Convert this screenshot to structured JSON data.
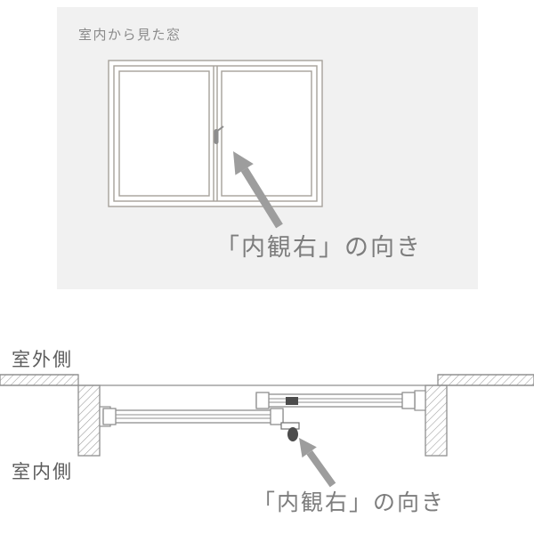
{
  "top_panel": {
    "caption": "室内から見た窓",
    "orientation_label": "「内観右」の向き"
  },
  "cross_section": {
    "outdoor_label": "室外側",
    "indoor_label": "室内側",
    "orientation_label": "「内観右」の向き"
  },
  "icons": {
    "top_arrow": "pointer-arrow",
    "bottom_arrow": "pointer-arrow",
    "window_handle": "crescent-lock",
    "wall_fill": "diagonal-hatch"
  },
  "colors": {
    "panel_background": "#f1f1f1",
    "caption_text": "#8a8a8a",
    "orientation_label_text": "#7d7d7d",
    "side_label_text": "#5c5c5c",
    "window_line": "#a6a19a",
    "section_line": "#8f8f8f",
    "hatch_line": "#9b9b9b",
    "arrow": "#9d9d9d",
    "lock_dark": "#4c4c4c"
  }
}
